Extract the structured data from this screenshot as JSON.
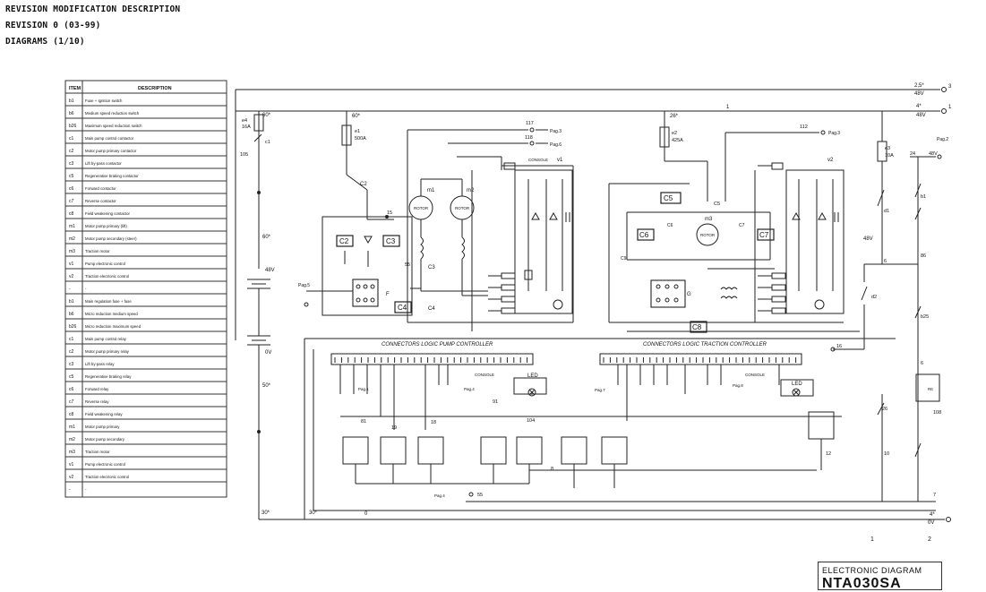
{
  "header": {
    "line1": "REVISION MODIFICATION DESCRIPTION",
    "line2": "REVISION 0 (03-99)",
    "line3": "DIAGRAMS (1/10)"
  },
  "legend": {
    "col_item": "ITEM",
    "col_desc": "DESCRIPTION",
    "rows": [
      {
        "item": "b1",
        "desc": "Fuse + Ignition switch"
      },
      {
        "item": "b6",
        "desc": "Medium speed reduction switch"
      },
      {
        "item": "b26",
        "desc": "Maximum speed reduction switch"
      },
      {
        "item": "c1",
        "desc": "Main pump control contactor"
      },
      {
        "item": "c2",
        "desc": "Motor pump primary contactor"
      },
      {
        "item": "c3",
        "desc": "Lift by-pass contactor"
      },
      {
        "item": "c5",
        "desc": "Regenerative braking contactor"
      },
      {
        "item": "c6",
        "desc": "Forward contactor"
      },
      {
        "item": "c7",
        "desc": "Reverse contactor"
      },
      {
        "item": "c8",
        "desc": "Field weakening contactor"
      },
      {
        "item": "m1",
        "desc": "Motor pump primary (lift)"
      },
      {
        "item": "m2",
        "desc": "Motor pump secondary (steer)"
      },
      {
        "item": "m3",
        "desc": "Traction motor"
      },
      {
        "item": "v1",
        "desc": "Pump electronic control"
      },
      {
        "item": "v2",
        "desc": "Traction electronic control"
      },
      {
        "item": "-",
        "desc": "-"
      },
      {
        "item": "b1",
        "desc": "Main regulation fuse + fuse"
      },
      {
        "item": "b6",
        "desc": "Micro reduction medium speed"
      },
      {
        "item": "b26",
        "desc": "Micro reduction maximum speed"
      },
      {
        "item": "c1",
        "desc": "Main pump control relay"
      },
      {
        "item": "c2",
        "desc": "Motor pump primary relay"
      },
      {
        "item": "c3",
        "desc": "Lift by-pass relay"
      },
      {
        "item": "c5",
        "desc": "Regenerative braking relay"
      },
      {
        "item": "c6",
        "desc": "Forward relay"
      },
      {
        "item": "c7",
        "desc": "Reverse relay"
      },
      {
        "item": "c8",
        "desc": "Field weakening relay"
      },
      {
        "item": "m1",
        "desc": "Motor pump primary"
      },
      {
        "item": "m2",
        "desc": "Motor pump secondary"
      },
      {
        "item": "m3",
        "desc": "Traction motor"
      },
      {
        "item": "v1",
        "desc": "Pump electronic control"
      },
      {
        "item": "v2",
        "desc": "Traction electronic control"
      },
      {
        "item": "-",
        "desc": "-"
      }
    ]
  },
  "labels": {
    "v48a": "48V",
    "v25": "2,5*",
    "v48b": "48V",
    "n4": "4*",
    "n3": "3",
    "n1": "1",
    "n24": "24",
    "p2": "Pag.2",
    "v48c": "48V",
    "f3": "e3",
    "f3a": "10A",
    "f4": "e4",
    "f4a": "16A",
    "f1": "e1",
    "f1a": "500A",
    "f2": "e2",
    "f2a": "425A",
    "n60": "60*",
    "n60b": "60*",
    "n26": "26*",
    "n105": "105",
    "c1": "c1",
    "n117": "117",
    "n118": "118",
    "pag3": "Pag.3",
    "pag6": "Pag.6",
    "pag3b": "Pag.3",
    "n112": "112",
    "m1": "m1",
    "m2": "m2",
    "rotor": "ROTOR",
    "m3": "m3",
    "v1": "v1",
    "v2": "v2",
    "n15": "15",
    "n55": "55",
    "C2": "C2",
    "C3": "C3",
    "C4": "C4",
    "C5": "C5",
    "C6": "C6",
    "C7": "C7",
    "C8": "C8",
    "C9": "C9",
    "lpump": "CONNECTORS LOGIC PUMP CONTROLLER",
    "ltraction": "CONNECTORS LOGIC TRACTION CONTROLLER",
    "console": "CONSOLE",
    "led": "LED",
    "n81": "81",
    "n19": "19",
    "n18": "18",
    "n91": "91",
    "n104": "104",
    "n16": "16",
    "n12": "12",
    "n10": "10",
    "n7": "7",
    "n8": "8",
    "n6": "6",
    "n108": "108",
    "n55b": "55",
    "v48d": "48V",
    "v0": "0V",
    "n30": "30*",
    "n0": "0",
    "n4b": "4*",
    "v0b": "0V",
    "b1": "b1",
    "b25": "b25",
    "d1": "d1",
    "d2": "d2",
    "n86": "86",
    "col1": "1",
    "col2": "2",
    "pag4": "Pag.4",
    "pag7": "Pag.7",
    "pag8": "Pag.8",
    "pag6b": "Pag.6",
    "pag5": "Pag.5",
    "pag1": "Pag.1",
    "v48e": "48V",
    "v0c": "0V",
    "n50": "50*",
    "n30b": "30*"
  },
  "title_block": {
    "line1": "ELECTRONIC DIAGRAM",
    "line2": "NTA030SA"
  }
}
